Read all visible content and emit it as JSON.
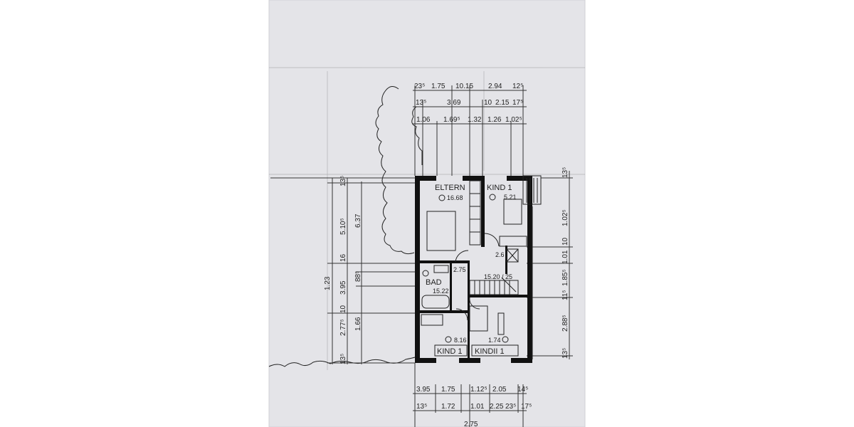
{
  "drawing": {
    "rooms": [
      {
        "name": "ELTERN",
        "area": "16.68"
      },
      {
        "name": "KIND 1",
        "area": "5.21"
      },
      {
        "name": "BAD",
        "area": "15.22"
      },
      {
        "name": "KIND 1",
        "area": "8.16"
      },
      {
        "name": "KINDII 1",
        "area": "1.74"
      }
    ],
    "hall_area": "2.75",
    "closet_label": "2.6",
    "stair_label": "15.20 / 25",
    "top_dims": {
      "row1": [
        "23⁵",
        "1.75",
        "10.15",
        "2.94",
        "12⁵"
      ],
      "row2": [
        "13⁵",
        "3.69",
        "10",
        "2.15",
        "17⁵"
      ],
      "row3": [
        "1.06",
        "1.69⁵",
        "1.32",
        "1.26",
        "1.02⁵"
      ]
    },
    "bottom_dims": {
      "row1": [
        "3.95",
        "1.75",
        "1.12⁵",
        "2.05",
        "14⁵"
      ],
      "row2": [
        "13⁵",
        "1.72",
        "1.01",
        "2.25",
        "23⁵",
        "17⁵"
      ],
      "row3": [
        "2.75"
      ]
    },
    "left_dims": {
      "outer": [
        "1.23"
      ],
      "middle": [
        "13⁵",
        "5.10⁵",
        "16",
        "3.95",
        "10",
        "2.77⁵",
        "13⁵"
      ],
      "inner": [
        "6.37",
        "88⁵",
        "1.66"
      ]
    },
    "right_dims": [
      "13⁵",
      "1.02⁵",
      "10",
      "1.01",
      "1.85⁵",
      "11⁵",
      "2.88⁵",
      "13⁵"
    ]
  }
}
